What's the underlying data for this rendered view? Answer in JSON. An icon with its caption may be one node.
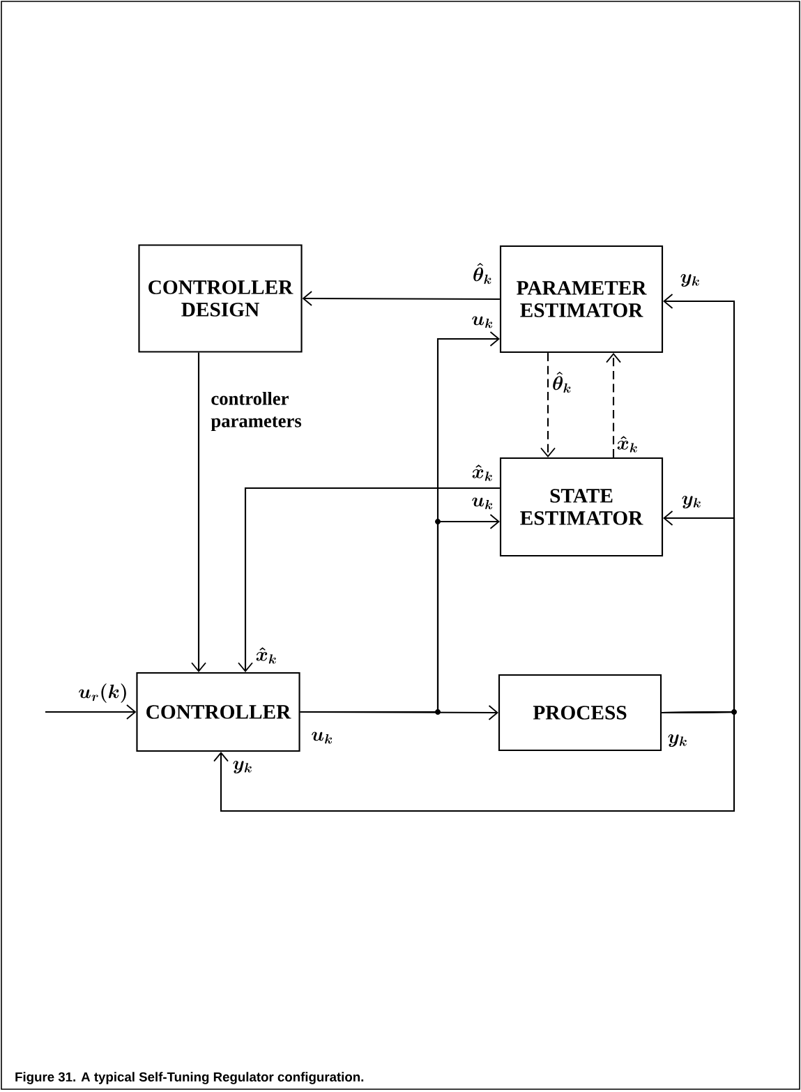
{
  "diagram": {
    "caption": "Figure 31.   A typical Self-Tuning Regulator configuration.",
    "nodes": [
      {
        "text": [
          "CONTROLLER DESIGN"
        ]
      },
      {
        "text": [
          "PARAMETER ESTIMATOR"
        ]
      },
      {
        "text": [
          "STATE ESTIMATOR"
        ]
      },
      {
        "text": [
          "CONTROLLER"
        ]
      },
      {
        "text": [
          "PROCESS"
        ]
      }
    ],
    "edges": [
      {
        "from": 1,
        "to": 0,
        "arrow": "to",
        "label": "\\hat{\\theta}_k"
      },
      {
        "from": 0,
        "to": 3,
        "arrow": "to",
        "label": "controller parameters"
      },
      {
        "from": 1,
        "to": 2,
        "arrow": "to",
        "style": "dashed",
        "label": "\\hat{\\theta}_k"
      },
      {
        "from": 2,
        "to": 1,
        "arrow": "to",
        "style": "dashed",
        "label": "\\hat{x}_k"
      },
      {
        "from": 2,
        "to": 3,
        "arrow": "to",
        "label": "\\hat{x}_k"
      },
      {
        "from": 3,
        "to": 4,
        "arrow": "to",
        "label": "u_k"
      },
      {
        "from": 3,
        "to": 1,
        "arrow": "to",
        "label": "u_k"
      },
      {
        "from": 3,
        "to": 2,
        "arrow": "to",
        "label": "u_k"
      },
      {
        "from": 4,
        "to": 1,
        "arrow": "to",
        "label": "y_k"
      },
      {
        "from": 4,
        "to": 2,
        "arrow": "to",
        "label": "y_k"
      },
      {
        "from": 4,
        "to": 3,
        "arrow": "to",
        "label": "y_k"
      },
      {
        "from": null,
        "to": 3,
        "arrow": "to",
        "label": "u_r(k)"
      }
    ],
    "labels": [
      "\\hat{x}_k",
      "y_k"
    ]
  }
}
